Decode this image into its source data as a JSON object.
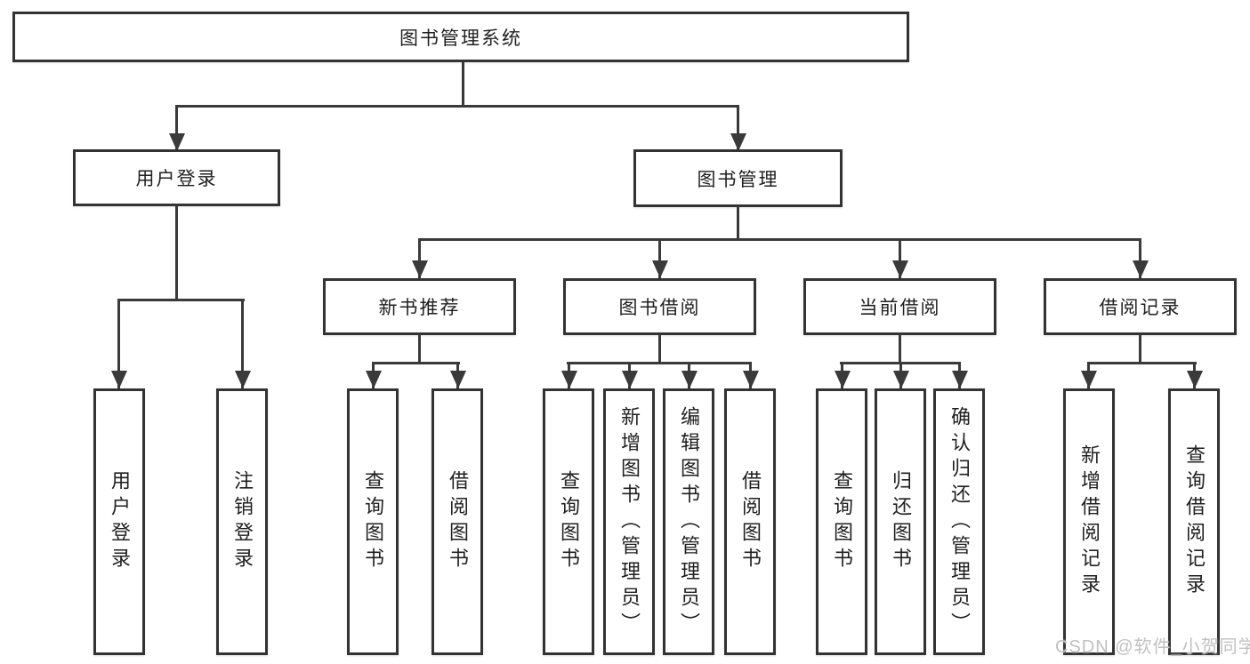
{
  "diagram": {
    "tree": {
      "label": "图书管理系统",
      "children": [
        {
          "label": "用户登录",
          "children": [
            {
              "label": "用户登录"
            },
            {
              "label": "注销登录"
            }
          ]
        },
        {
          "label": "图书管理",
          "children": [
            {
              "label": "新书推荐",
              "children": [
                {
                  "label": "查询图书"
                },
                {
                  "label": "借阅图书"
                }
              ]
            },
            {
              "label": "图书借阅",
              "children": [
                {
                  "label": "查询图书"
                },
                {
                  "label": "新增图书（管理员）"
                },
                {
                  "label": "编辑图书（管理员）"
                },
                {
                  "label": "借阅图书"
                }
              ]
            },
            {
              "label": "当前借阅",
              "children": [
                {
                  "label": "查询图书"
                },
                {
                  "label": "归还图书"
                },
                {
                  "label": "确认归还（管理员）"
                }
              ]
            },
            {
              "label": "借阅记录",
              "children": [
                {
                  "label": "新增借阅记录"
                },
                {
                  "label": "查询借阅记录"
                }
              ]
            }
          ]
        }
      ]
    },
    "colors": {
      "line": "#3a3a3a",
      "box_border": "#333333",
      "text": "#1f1f1f",
      "background": "#ffffff",
      "watermark": "#c1c1c1"
    }
  },
  "watermark": {
    "text": "CSDN @软件_小贺同学"
  }
}
